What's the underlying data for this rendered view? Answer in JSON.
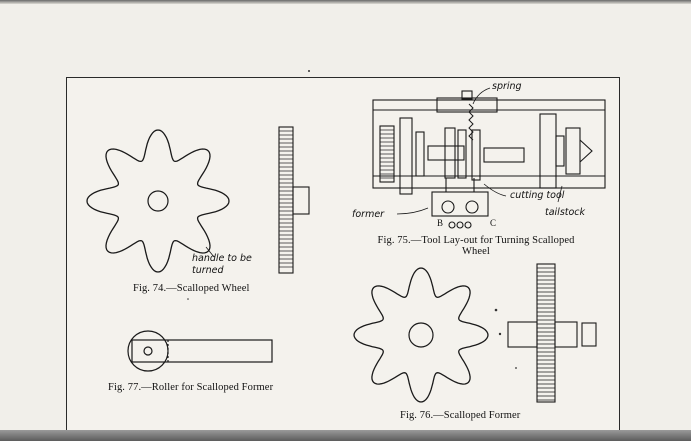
{
  "figures": {
    "fig74": {
      "caption": "Fig. 74.—Scalloped Wheel",
      "note_line1": "handle to be",
      "note_line2": "turned"
    },
    "fig75": {
      "caption_line1": "Fig. 75.—Tool Lay-out for Turning Scalloped",
      "caption_line2": "Wheel",
      "label_spring": "spring",
      "label_cutting_tool": "cutting tool",
      "label_former": "former",
      "label_tailstock": "tailstock",
      "label_b": "B",
      "label_c": "C"
    },
    "fig76": {
      "caption": "Fig. 76.—Scalloped Former"
    },
    "fig77": {
      "caption": "Fig. 77.—Roller for Scalloped Former"
    }
  },
  "colors": {
    "ink": "#1a1a1a",
    "paper": "#f4f2ed"
  }
}
